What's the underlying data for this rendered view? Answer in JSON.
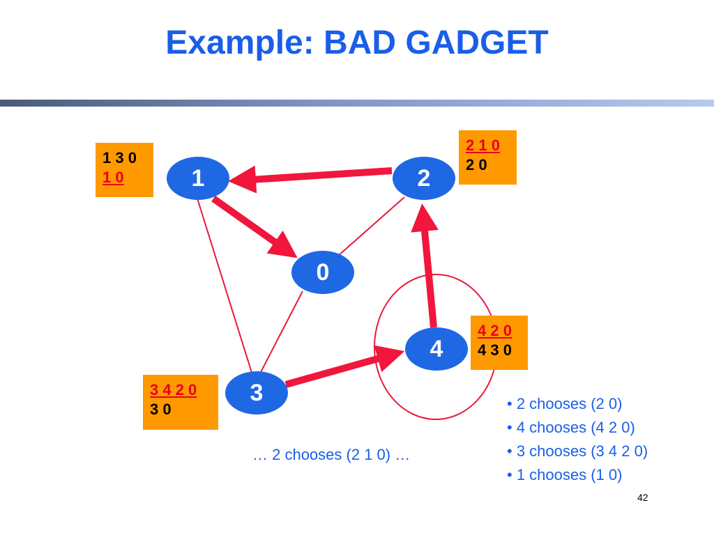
{
  "title": "Example: BAD GADGET",
  "nodes": {
    "n0": "0",
    "n1": "1",
    "n2": "2",
    "n3": "3",
    "n4": "4"
  },
  "tables": {
    "node1": {
      "row1": "1 3 0",
      "row2": "1 0"
    },
    "node2": {
      "row1": "2 1 0",
      "row2": "2 0"
    },
    "node3": {
      "row1": "3 4 2 0",
      "row2": "3 0"
    },
    "node4": {
      "row1": "4 2 0",
      "row2": "4 3 0"
    }
  },
  "bullets": [
    "• 2 chooses (2 0)",
    "• 4 chooses (4 2 0)",
    "• 3 chooses (3 4 2 0)",
    "• 1 chooses (1 0)"
  ],
  "footnote": "… 2 chooses (2 1 0) …",
  "page_number": "42",
  "colors": {
    "title": "#1a5ee8",
    "node": "#1f68e3",
    "table_bg": "#ff9900",
    "chosen_path": "#e8001c",
    "edge": "#e8193c"
  }
}
